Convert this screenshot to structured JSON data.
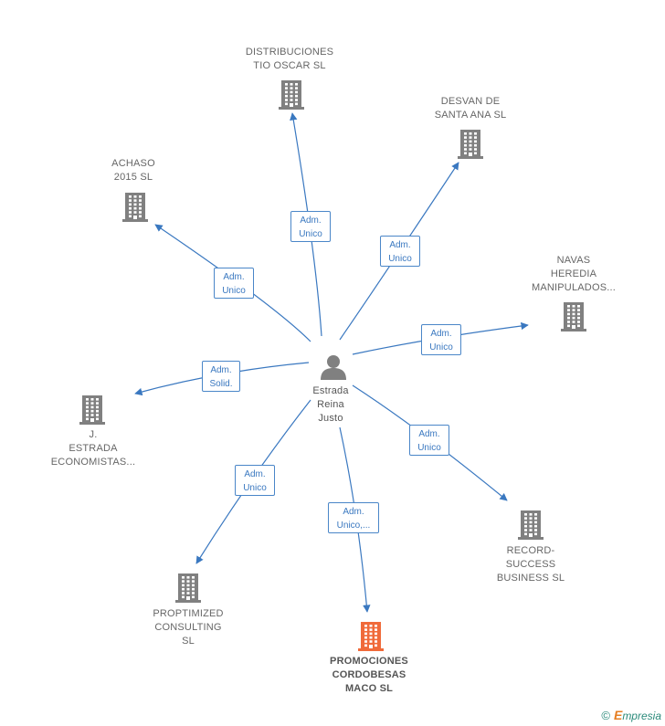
{
  "center": {
    "name": "Estrada\nReina\nJusto",
    "icon": "person-icon"
  },
  "colors": {
    "edge": "#3a78c0",
    "building": "#808080",
    "focus_building": "#f06a3a"
  },
  "nodes": [
    {
      "id": "distribuciones",
      "name": "DISTRIBUCIONES\nTIO OSCAR  SL",
      "role": "Adm.\nUnico",
      "focus": false
    },
    {
      "id": "desvan",
      "name": "DESVAN DE\nSANTA ANA  SL",
      "role": "Adm.\nUnico",
      "focus": false
    },
    {
      "id": "achaso",
      "name": "ACHASO\n2015  SL",
      "role": "Adm.\nUnico",
      "focus": false
    },
    {
      "id": "navas",
      "name": "NAVAS\nHEREDIA\nMANIPULADOS...",
      "role": "Adm.\nUnico",
      "focus": false
    },
    {
      "id": "estrada-economistas",
      "name": "J.\nESTRADA\nECONOMISTAS...",
      "role": "Adm.\nSolid.",
      "focus": false
    },
    {
      "id": "record",
      "name": "RECORD-\nSUCCESS\nBUSINESS  SL",
      "role": "Adm.\nUnico",
      "focus": false
    },
    {
      "id": "proptimized",
      "name": "PROPTIMIZED\nCONSULTING\nSL",
      "role": "Adm.\nUnico",
      "focus": false
    },
    {
      "id": "promociones",
      "name": "PROMOCIONES\nCORDOBESAS\nMACO  SL",
      "role": "Adm.\nUnico,...",
      "focus": true
    }
  ],
  "footer": {
    "copyright": "©",
    "brand_initial": "E",
    "brand_rest": "mpresia"
  }
}
